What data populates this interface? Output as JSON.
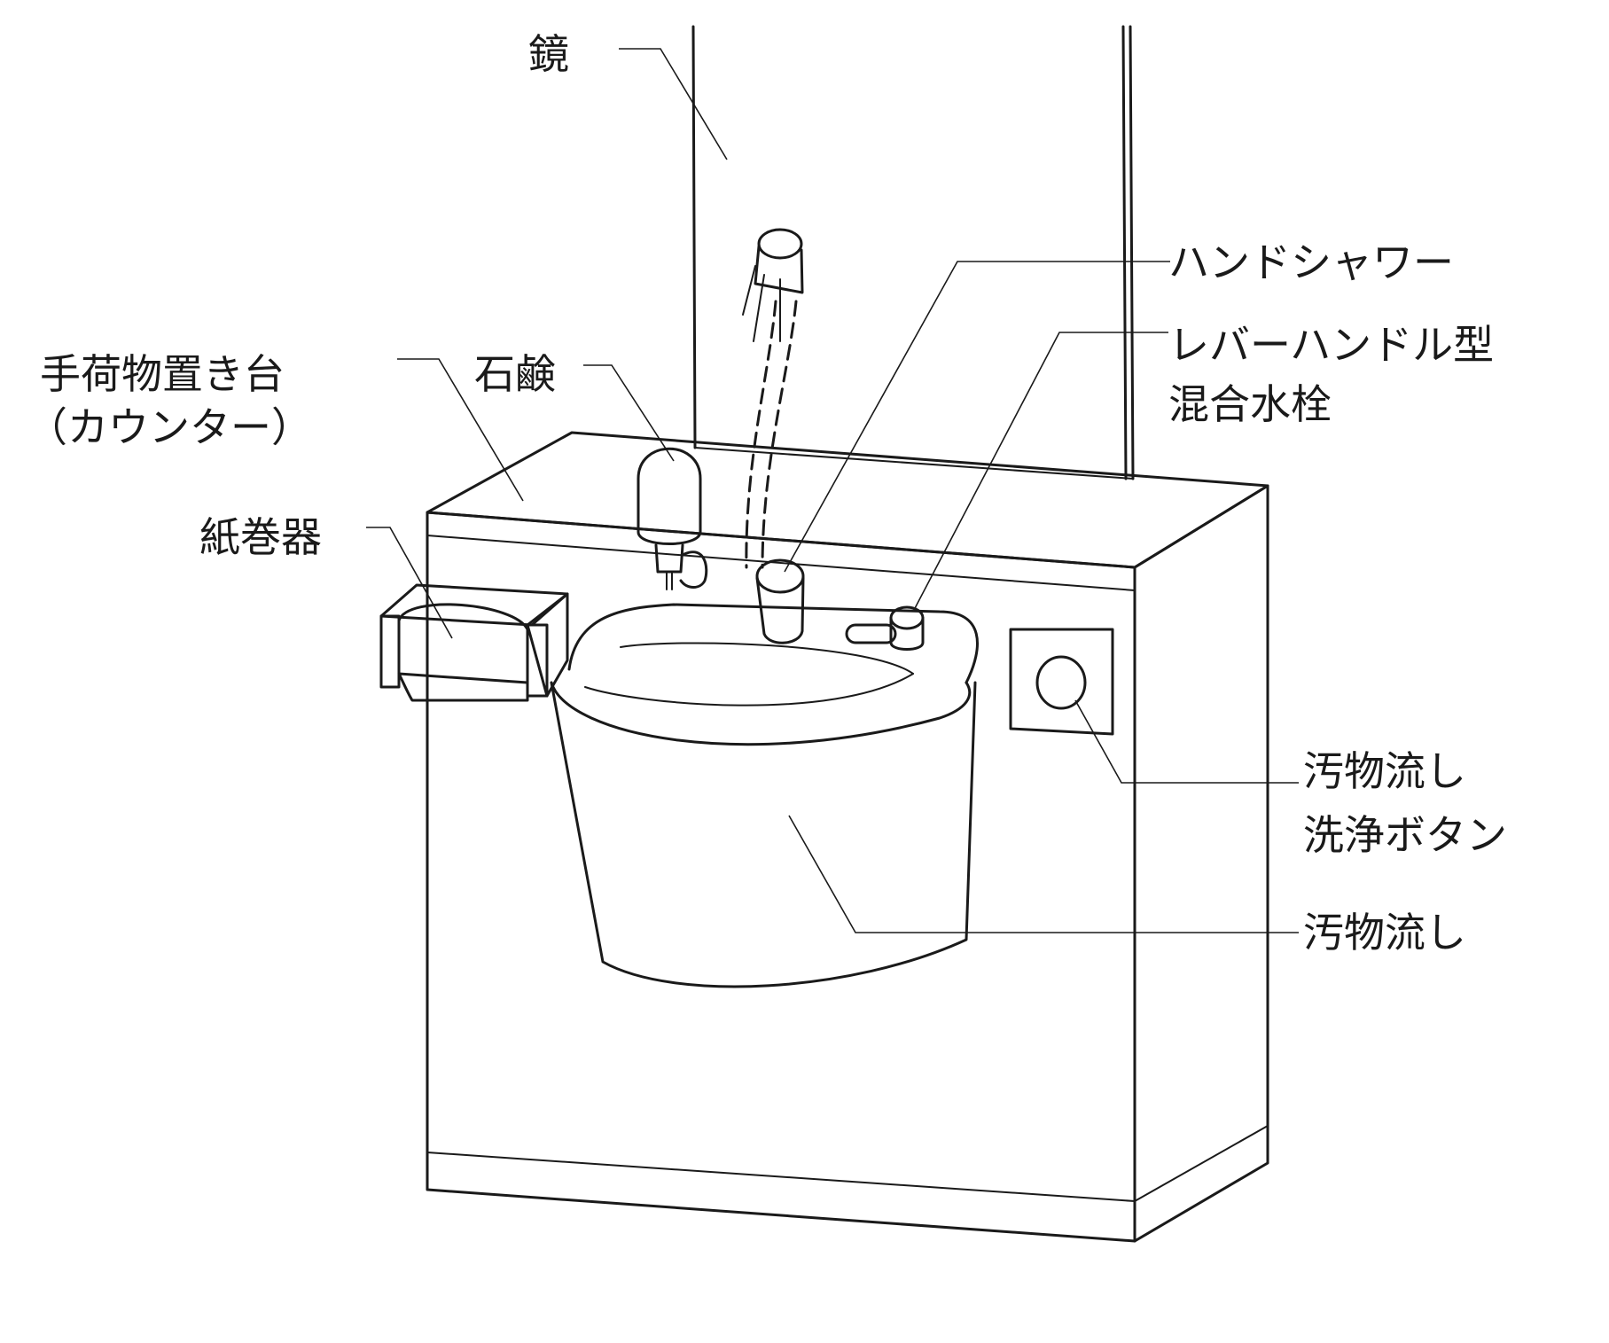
{
  "labels": {
    "mirror": "鏡",
    "hand_shower": "ハンドシャワー",
    "lever_faucet_line1": "レバーハンドル型",
    "lever_faucet_line2": "混合水栓",
    "counter_line1": "手荷物置き台",
    "counter_line2": "（カウンター）",
    "soap": "石鹸",
    "paper_holder": "紙巻器",
    "flush_button_line1": "汚物流し",
    "flush_button_line2": "洗浄ボタン",
    "slop_sink": "汚物流し"
  }
}
